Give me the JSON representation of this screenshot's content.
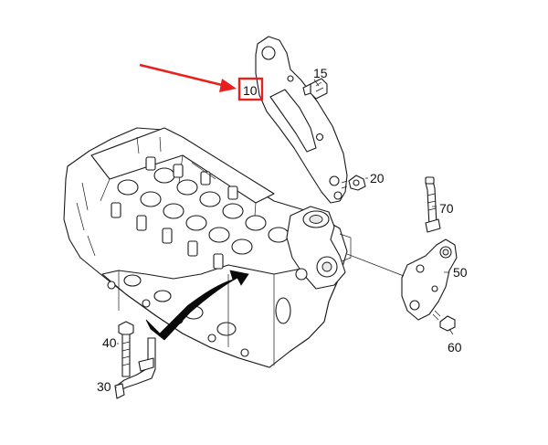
{
  "accent_color": "#e8211f",
  "callouts": {
    "c10": "10",
    "c15": "15",
    "c20": "20",
    "c30": "30",
    "c40": "40",
    "c50": "50",
    "c60": "60",
    "c70": "70"
  },
  "icons": [
    "pointer-arrow-icon"
  ]
}
